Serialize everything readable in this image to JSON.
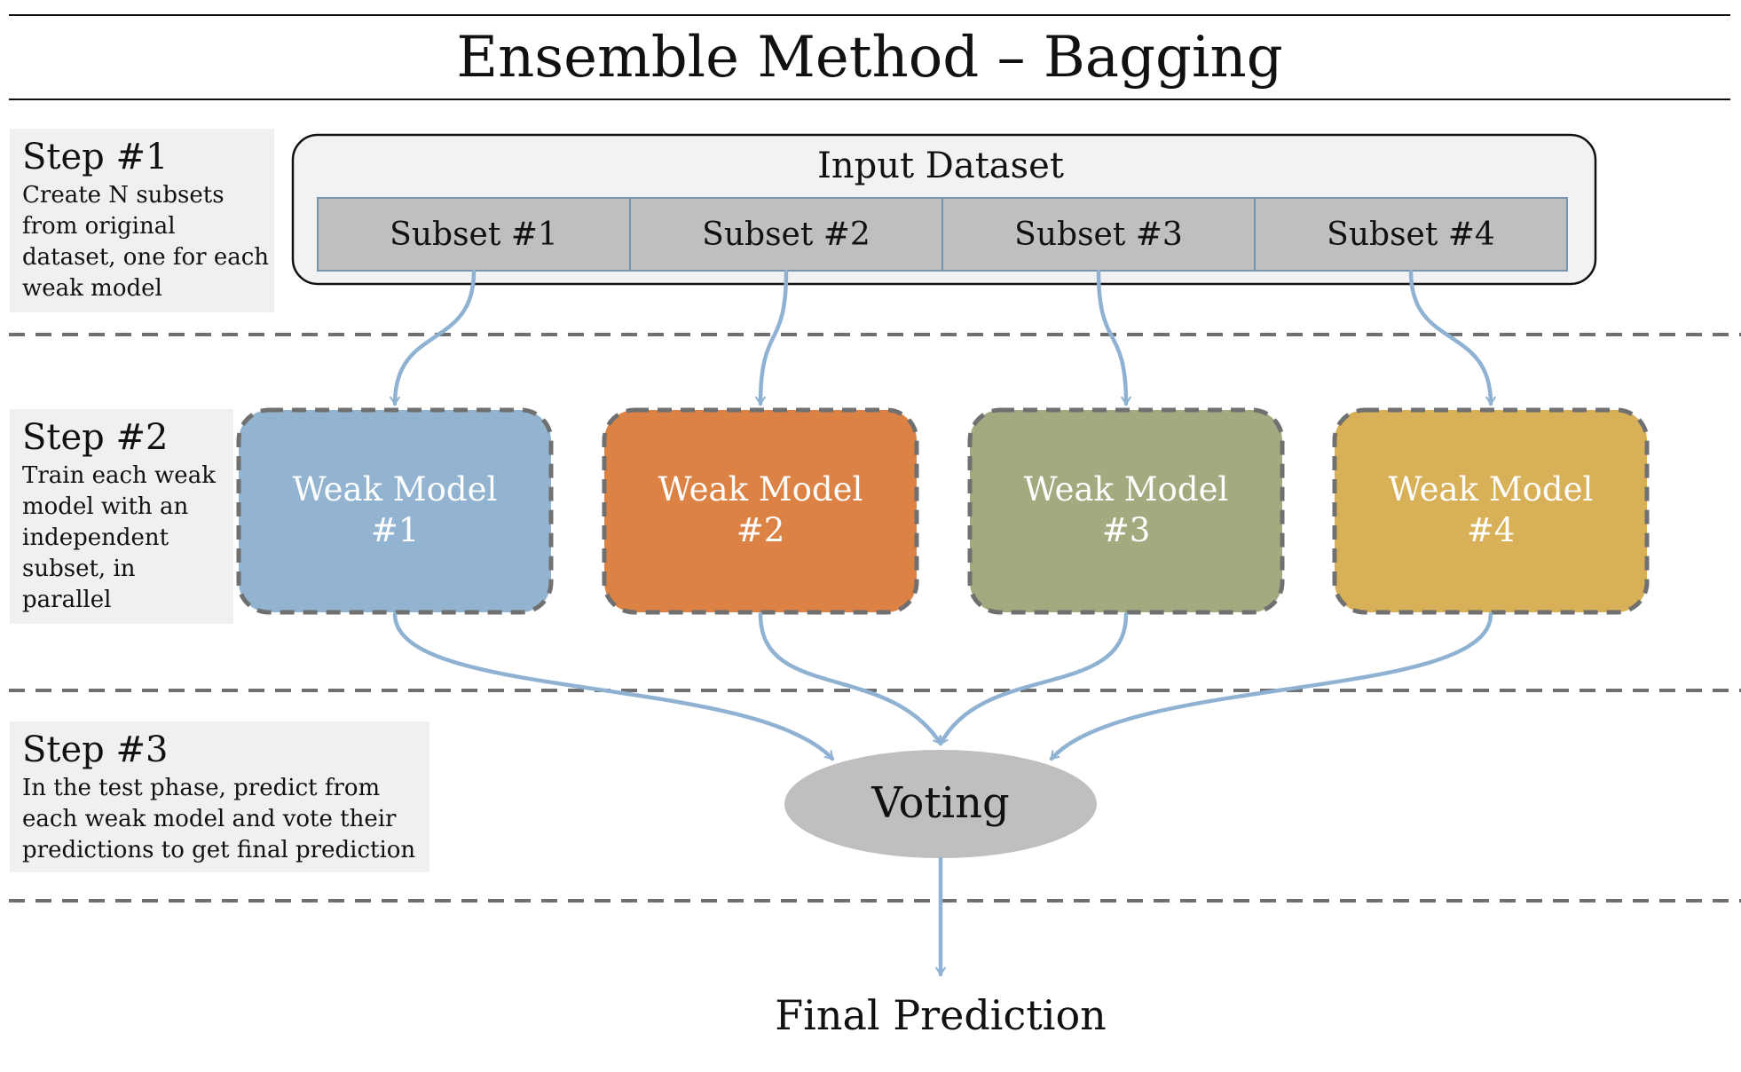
{
  "title": "Ensemble Method – Bagging",
  "steps": [
    {
      "heading": "Step #1",
      "lines": [
        "Create N subsets",
        "from original",
        "dataset, one for each",
        "weak model"
      ]
    },
    {
      "heading": "Step #2",
      "lines": [
        "Train each weak",
        "model with an",
        "independent",
        "subset, in",
        "parallel"
      ]
    },
    {
      "heading": "Step #3",
      "lines": [
        "In the test phase, predict from",
        "each weak model and vote their",
        "predictions to get final prediction"
      ]
    }
  ],
  "input_dataset": {
    "label": "Input Dataset",
    "subsets": [
      "Subset #1",
      "Subset #2",
      "Subset #3",
      "Subset #4"
    ]
  },
  "weak_models": [
    {
      "line1": "Weak Model",
      "line2": "#1",
      "color": "#92b4d0"
    },
    {
      "line1": "Weak Model",
      "line2": "#2",
      "color": "#dd8245"
    },
    {
      "line1": "Weak Model",
      "line2": "#3",
      "color": "#a4aa80"
    },
    {
      "line1": "Weak Model",
      "line2": "#4",
      "color": "#d8b058"
    }
  ],
  "voting": {
    "label": "Voting",
    "color": "#bfbfbf"
  },
  "final_prediction": "Final Prediction",
  "colors": {
    "arrow": "#8fb2d3",
    "step_panel": "#f0f0f0",
    "input_panel": "#f2f2f2",
    "subset_fill": "#bfbfbf",
    "subset_border": "#7a94ad",
    "dashed_line": "#6f6f6f",
    "model_border": "#707070"
  }
}
